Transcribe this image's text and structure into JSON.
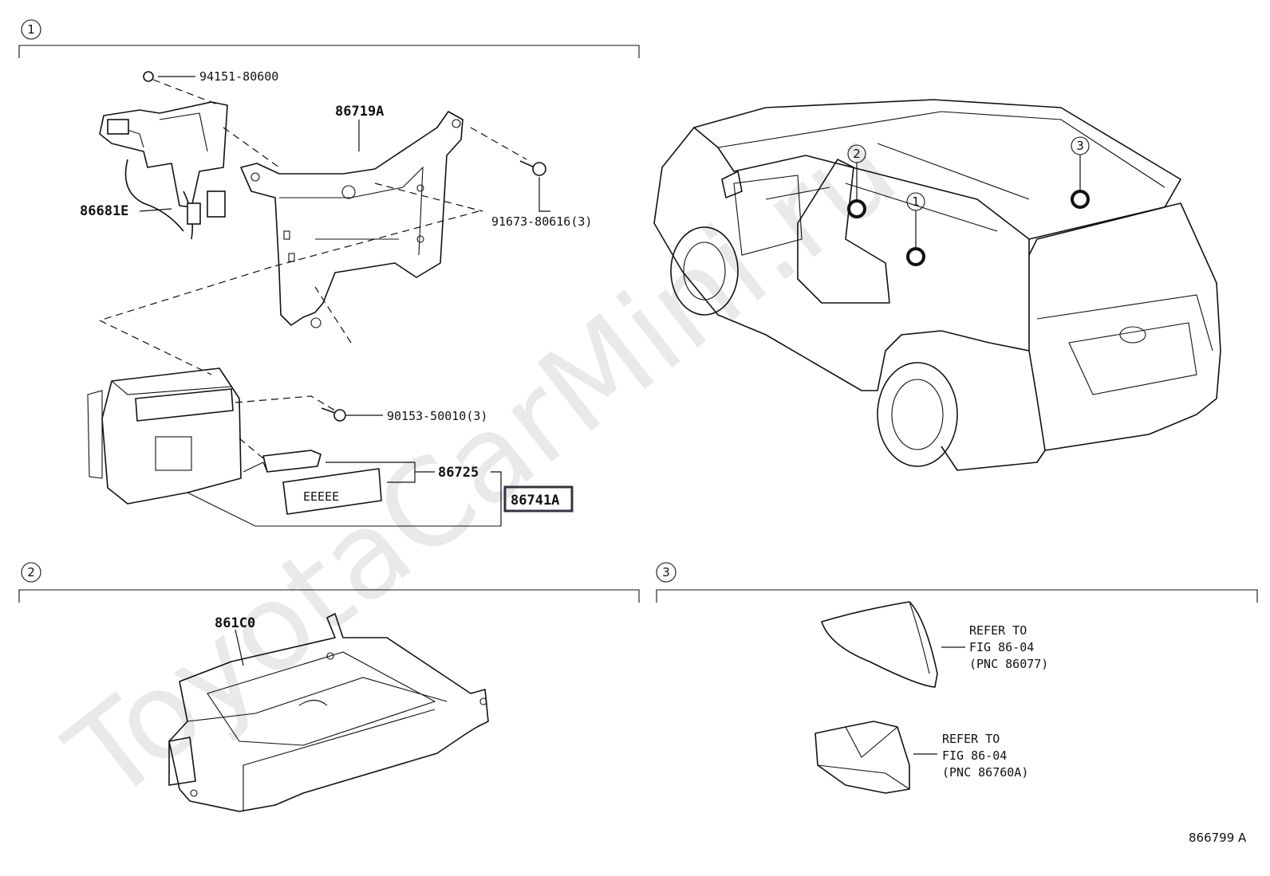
{
  "watermark": "ToyotaCarMini.ru",
  "document_id": "866799 A",
  "sections": [
    {
      "number": "1"
    },
    {
      "number": "2"
    },
    {
      "number": "3"
    }
  ],
  "vehicle_locations": [
    "2",
    "1",
    "3"
  ],
  "parts": {
    "p94151": "94151-80600",
    "p86719A": "86719A",
    "p86681E": "86681E",
    "p91673": "91673-80616(3)",
    "p90153": "90153-50010(3)",
    "p86725": "86725",
    "p86741A": "86741A",
    "p861C0": "861C0"
  },
  "refs": [
    {
      "line1": "REFER TO",
      "line2": "FIG 86-04",
      "line3": "(PNC 86077)"
    },
    {
      "line1": "REFER TO",
      "line2": "FIG 86-04",
      "line3": "(PNC 86760A)"
    }
  ]
}
